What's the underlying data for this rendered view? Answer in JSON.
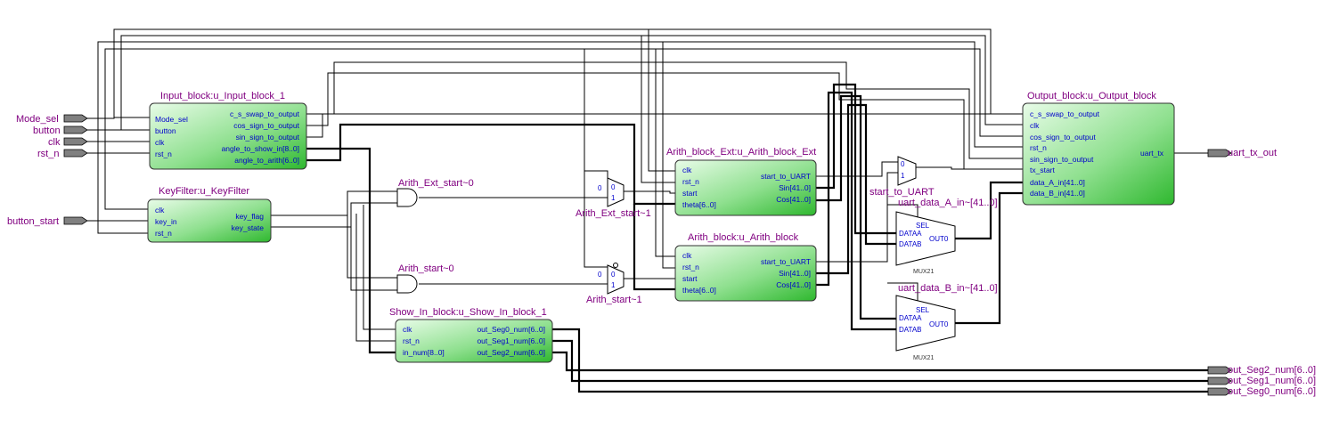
{
  "input_pins": {
    "mode_sel": "Mode_sel",
    "button": "button",
    "clk": "clk",
    "rst_n": "rst_n",
    "button_start": "button_start"
  },
  "output_pins": {
    "uart_tx_out": "uart_tx_out",
    "out_seg2": "out_Seg2_num[6..0]",
    "out_seg1": "out_Seg1_num[6..0]",
    "out_seg0": "out_Seg0_num[6..0]"
  },
  "blocks": {
    "input_block": {
      "title": "Input_block:u_Input_block_1",
      "in_ports": [
        "Mode_sel",
        "button",
        "clk",
        "rst_n"
      ],
      "out_ports": [
        "c_s_swap_to_output",
        "cos_sign_to_output",
        "sin_sign_to_output",
        "angle_to_show_in[8..0]",
        "angle_to_arith[6..0]"
      ]
    },
    "keyfilter": {
      "title": "KeyFilter:u_KeyFilter",
      "in_ports": [
        "clk",
        "key_in",
        "rst_n"
      ],
      "out_ports": [
        "key_flag",
        "key_state"
      ]
    },
    "arith_ext": {
      "title": "Arith_block_Ext:u_Arith_block_Ext",
      "in_ports": [
        "clk",
        "rst_n",
        "start",
        "theta[6..0]"
      ],
      "out_ports": [
        "start_to_UART",
        "Sin[41..0]",
        "Cos[41..0]"
      ]
    },
    "arith": {
      "title": "Arith_block:u_Arith_block",
      "in_ports": [
        "clk",
        "rst_n",
        "start",
        "theta[6..0]"
      ],
      "out_ports": [
        "start_to_UART",
        "Sin[41..0]",
        "Cos[41..0]"
      ]
    },
    "show_in": {
      "title": "Show_In_block:u_Show_In_block_1",
      "in_ports": [
        "clk",
        "rst_n",
        "in_num[8..0]"
      ],
      "out_ports": [
        "out_Seg0_num[6..0]",
        "out_Seg1_num[6..0]",
        "out_Seg2_num[6..0]"
      ]
    },
    "output_block": {
      "title": "Output_block:u_Output_block",
      "in_ports": [
        "c_s_swap_to_output",
        "clk",
        "cos_sign_to_output",
        "rst_n",
        "sin_sign_to_output",
        "tx_start",
        "data_A_in[41..0]",
        "data_B_in[41..0]"
      ],
      "out_ports": [
        "uart_tx"
      ]
    }
  },
  "gates": {
    "arith_ext_start_and": "Arith_Ext_start~0",
    "arith_start_and": "Arith_start~0",
    "arith_ext_start_mux": "Arith_Ext_start~1",
    "arith_start_mux": "Arith_start~1",
    "start_to_uart_mux": "start_to_UART",
    "uart_data_a_mux": "uart_data_A_in~[41..0]",
    "uart_data_b_mux": "uart_data_B_in~[41..0]",
    "mux_type": "MUX21",
    "mux_ports": [
      "SEL",
      "DATAA",
      "DATAB",
      "OUT0"
    ],
    "mux_small_ports": [
      "0",
      "1"
    ],
    "const_zero": "0"
  },
  "colors": {
    "block_fill_light": "#c8f5c8",
    "block_fill_dark": "#40c040",
    "label_purple": "#800080",
    "port_blue": "#0000cc",
    "pin_grey": "#808080"
  }
}
